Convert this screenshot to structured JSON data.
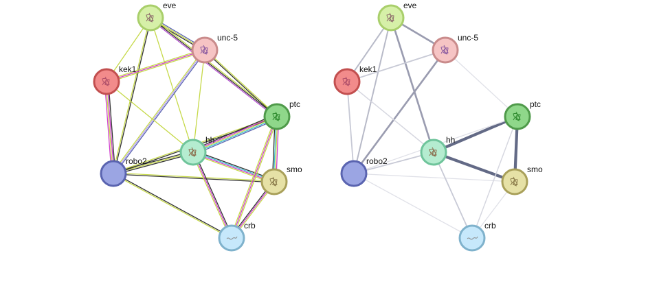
{
  "networks": [
    {
      "id": "evidence",
      "nodes": [
        {
          "key": "eve",
          "label": "eve",
          "fill": "#d6f0a8",
          "stroke": "#a9cf6b",
          "glyph": "#8d6b6b"
        },
        {
          "key": "unc5",
          "label": "unc-5",
          "fill": "#f6c4c4",
          "stroke": "#c98b8b",
          "glyph": "#8a5aa0"
        },
        {
          "key": "kek1",
          "label": "kek1",
          "fill": "#f28b8b",
          "stroke": "#c24f4f",
          "glyph": "#b0506a"
        },
        {
          "key": "ptc",
          "label": "ptc",
          "fill": "#8fd78a",
          "stroke": "#4f9a4a",
          "glyph": "#2e8a2e"
        },
        {
          "key": "hh",
          "label": "hh",
          "fill": "#b5ecd0",
          "stroke": "#6fc49b",
          "glyph": "#8a6a4a"
        },
        {
          "key": "robo2",
          "label": "robo2",
          "fill": "#9ba5e3",
          "stroke": "#5a64b0",
          "glyph": ""
        },
        {
          "key": "smo",
          "label": "smo",
          "fill": "#e6e1a6",
          "stroke": "#a9a05a",
          "glyph": "#8a7a4a"
        },
        {
          "key": "crb",
          "label": "crb",
          "fill": "#c6e8fb",
          "stroke": "#7fb2cc",
          "glyph": "#8a8a8a"
        }
      ],
      "edges": [
        {
          "from": "eve",
          "to": "unc5",
          "colors": [
            "#5a64b0",
            "#c6d94a",
            "#333333"
          ]
        },
        {
          "from": "eve",
          "to": "kek1",
          "colors": [
            "#c6d94a"
          ]
        },
        {
          "from": "eve",
          "to": "robo2",
          "colors": [
            "#333333",
            "#c6d94a"
          ]
        },
        {
          "from": "eve",
          "to": "hh",
          "colors": [
            "#c6d94a"
          ]
        },
        {
          "from": "eve",
          "to": "ptc",
          "colors": [
            "#c6d94a",
            "#333333",
            "#b54fd0"
          ]
        },
        {
          "from": "unc5",
          "to": "kek1",
          "colors": [
            "#c6d94a",
            "#d040d0",
            "#c6d94a"
          ]
        },
        {
          "from": "unc5",
          "to": "robo2",
          "colors": [
            "#5a64b0",
            "#b5a0f0",
            "#c6d94a"
          ]
        },
        {
          "from": "unc5",
          "to": "ptc",
          "colors": [
            "#c6d94a",
            "#333333"
          ]
        },
        {
          "from": "unc5",
          "to": "hh",
          "colors": [
            "#c6d94a"
          ]
        },
        {
          "from": "kek1",
          "to": "robo2",
          "colors": [
            "#333333",
            "#d040d0",
            "#c6d94a",
            "#d040d0"
          ]
        },
        {
          "from": "kek1",
          "to": "hh",
          "colors": [
            "#c6d94a"
          ]
        },
        {
          "from": "robo2",
          "to": "hh",
          "colors": [
            "#333333",
            "#c6d94a",
            "#333333"
          ]
        },
        {
          "from": "robo2",
          "to": "ptc",
          "colors": [
            "#c6d94a",
            "#333333"
          ]
        },
        {
          "from": "robo2",
          "to": "smo",
          "colors": [
            "#c6d94a",
            "#333333"
          ]
        },
        {
          "from": "robo2",
          "to": "crb",
          "colors": [
            "#333333",
            "#c6d94a"
          ]
        },
        {
          "from": "hh",
          "to": "ptc",
          "colors": [
            "#333333",
            "#d040d0",
            "#c6d94a",
            "#40c0d0",
            "#5a64b0"
          ]
        },
        {
          "from": "hh",
          "to": "smo",
          "colors": [
            "#333333",
            "#40c0d0",
            "#d040d0",
            "#c6d94a"
          ]
        },
        {
          "from": "hh",
          "to": "crb",
          "colors": [
            "#333333",
            "#d040d0",
            "#c6d94a"
          ]
        },
        {
          "from": "ptc",
          "to": "smo",
          "colors": [
            "#d040d0",
            "#c6d94a",
            "#40c0d0",
            "#333333"
          ]
        },
        {
          "from": "ptc",
          "to": "crb",
          "colors": [
            "#c6d94a",
            "#d040d0",
            "#c6d94a"
          ]
        },
        {
          "from": "smo",
          "to": "crb",
          "colors": [
            "#c6d94a",
            "#d040d0",
            "#333333"
          ]
        }
      ]
    },
    {
      "id": "confidence",
      "nodes": [
        {
          "key": "eve",
          "label": "eve",
          "fill": "#d6f0a8",
          "stroke": "#a9cf6b",
          "glyph": "#8d6b6b"
        },
        {
          "key": "unc5",
          "label": "unc-5",
          "fill": "#f6c4c4",
          "stroke": "#c98b8b",
          "glyph": "#8a5aa0"
        },
        {
          "key": "kek1",
          "label": "kek1",
          "fill": "#f28b8b",
          "stroke": "#c24f4f",
          "glyph": "#b0506a"
        },
        {
          "key": "ptc",
          "label": "ptc",
          "fill": "#8fd78a",
          "stroke": "#4f9a4a",
          "glyph": "#2e8a2e"
        },
        {
          "key": "hh",
          "label": "hh",
          "fill": "#b5ecd0",
          "stroke": "#6fc49b",
          "glyph": "#8a6a4a"
        },
        {
          "key": "robo2",
          "label": "robo2",
          "fill": "#9ba5e3",
          "stroke": "#5a64b0",
          "glyph": ""
        },
        {
          "key": "smo",
          "label": "smo",
          "fill": "#e6e1a6",
          "stroke": "#a9a05a",
          "glyph": "#8a7a4a"
        },
        {
          "key": "crb",
          "label": "crb",
          "fill": "#c6e8fb",
          "stroke": "#7fb2cc",
          "glyph": "#8a8a8a"
        }
      ],
      "edges": [
        {
          "from": "eve",
          "to": "unc5",
          "color": "#9a9cb0",
          "weight": 0.55
        },
        {
          "from": "eve",
          "to": "kek1",
          "color": "#b8bac8",
          "weight": 0.35
        },
        {
          "from": "eve",
          "to": "robo2",
          "color": "#b8bac8",
          "weight": 0.35
        },
        {
          "from": "eve",
          "to": "hh",
          "color": "#9a9cb0",
          "weight": 0.55
        },
        {
          "from": "unc5",
          "to": "kek1",
          "color": "#c8cad6",
          "weight": 0.3
        },
        {
          "from": "unc5",
          "to": "robo2",
          "color": "#9a9cb0",
          "weight": 0.55
        },
        {
          "from": "unc5",
          "to": "ptc",
          "color": "#e0e1e8",
          "weight": 0.15
        },
        {
          "from": "kek1",
          "to": "robo2",
          "color": "#c8cad6",
          "weight": 0.3
        },
        {
          "from": "kek1",
          "to": "hh",
          "color": "#d6d7e0",
          "weight": 0.2
        },
        {
          "from": "robo2",
          "to": "hh",
          "color": "#c8cad6",
          "weight": 0.3
        },
        {
          "from": "robo2",
          "to": "smo",
          "color": "#e0e1e8",
          "weight": 0.15
        },
        {
          "from": "robo2",
          "to": "crb",
          "color": "#e0e1e8",
          "weight": 0.15
        },
        {
          "from": "hh",
          "to": "ptc",
          "color": "#636a86",
          "weight": 1.0
        },
        {
          "from": "hh",
          "to": "smo",
          "color": "#636a86",
          "weight": 1.0
        },
        {
          "from": "hh",
          "to": "crb",
          "color": "#c8cad6",
          "weight": 0.3
        },
        {
          "from": "ptc",
          "to": "smo",
          "color": "#636a86",
          "weight": 1.0
        },
        {
          "from": "ptc",
          "to": "crb",
          "color": "#d6d7e0",
          "weight": 0.2
        },
        {
          "from": "smo",
          "to": "crb",
          "color": "#e0e1e8",
          "weight": 0.15
        },
        {
          "from": "ptc",
          "to": "robo2",
          "color": "#e0e1e8",
          "weight": 0.15
        }
      ]
    }
  ]
}
